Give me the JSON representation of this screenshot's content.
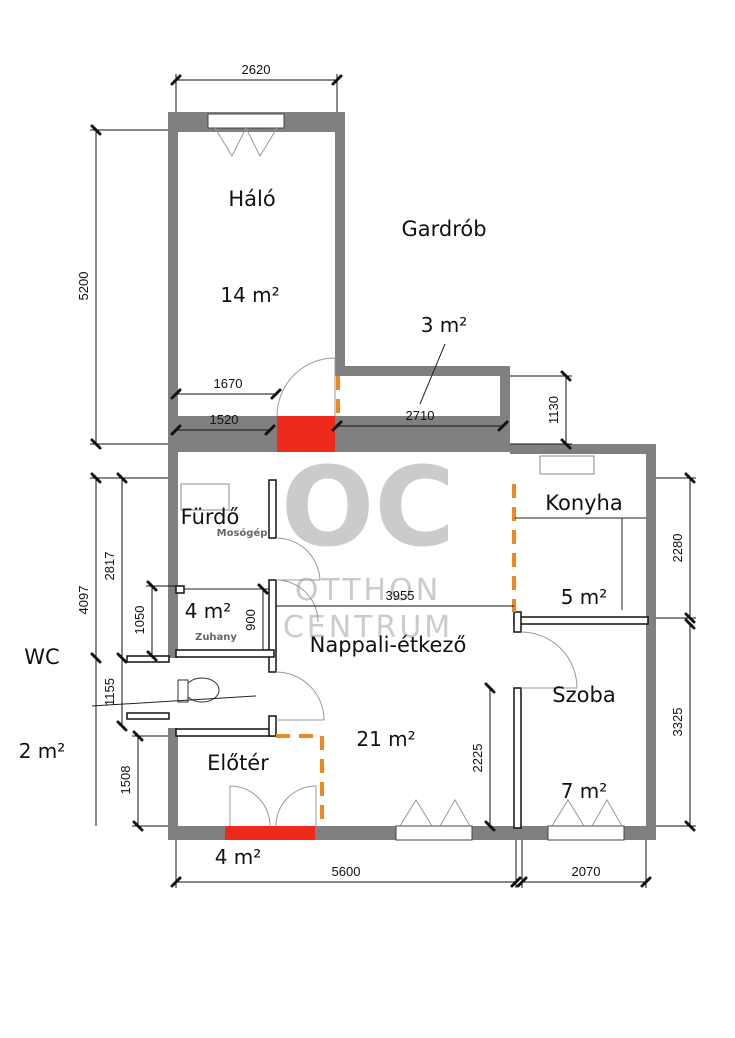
{
  "rooms": {
    "halo": "Háló",
    "halo_area": "14 m²",
    "gardrob": "Gardrób",
    "gardrob_area": "3 m²",
    "furdo": "Fürdő",
    "mosogep": "Mosógép",
    "furdo_area": "4 m²",
    "zuhany": "Zuhany",
    "konyha": "Konyha",
    "konyha_area": "5 m²",
    "nappali": "Nappali-étkező",
    "nappali_area": "21 m²",
    "wc": "WC",
    "wc_area": "2 m²",
    "szoba": "Szoba",
    "szoba_area": "7 m²",
    "eloter": "Előtér",
    "eloter_area": "4 m²"
  },
  "dimensions": {
    "d2620": "2620",
    "d5200": "5200",
    "d1670": "1670",
    "d1520": "1520",
    "d2710": "2710",
    "d1130": "1130",
    "d4097": "4097",
    "d2817": "2817",
    "d1050": "1050",
    "d900": "900",
    "d1155": "1155",
    "d1508": "1508",
    "d3955": "3955",
    "d2225": "2225",
    "d2280": "2280",
    "d3325": "3325",
    "d5600": "5600",
    "d2070": "2070"
  },
  "watermark": {
    "logo": "OC",
    "line1": "OTTHON",
    "line2": "CENTRUM"
  },
  "colors": {
    "wall": "#808080",
    "door_opening": "#ee2a1a",
    "open_boundary": "#ee8822"
  }
}
